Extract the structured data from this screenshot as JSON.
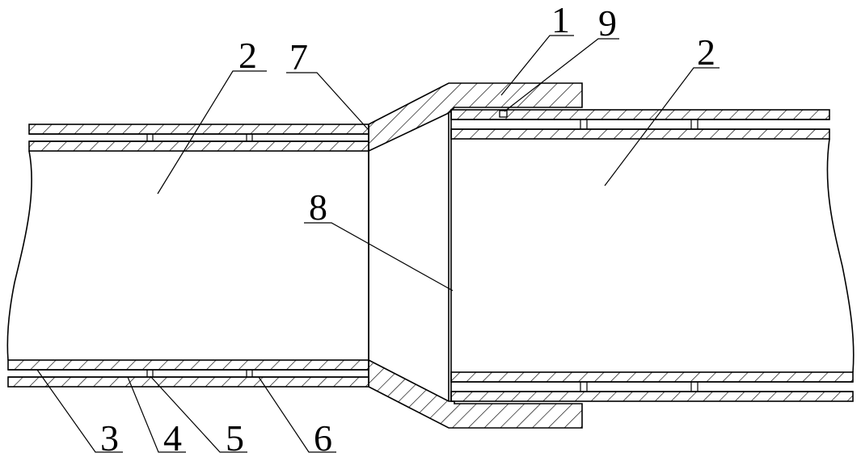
{
  "labels": {
    "l1": "1",
    "l2a": "2",
    "l2b": "2",
    "l3": "3",
    "l4": "4",
    "l5": "5",
    "l6": "6",
    "l7": "7",
    "l8": "8",
    "l9": "9"
  },
  "colors": {
    "line": "#000000",
    "background": "#ffffff"
  }
}
